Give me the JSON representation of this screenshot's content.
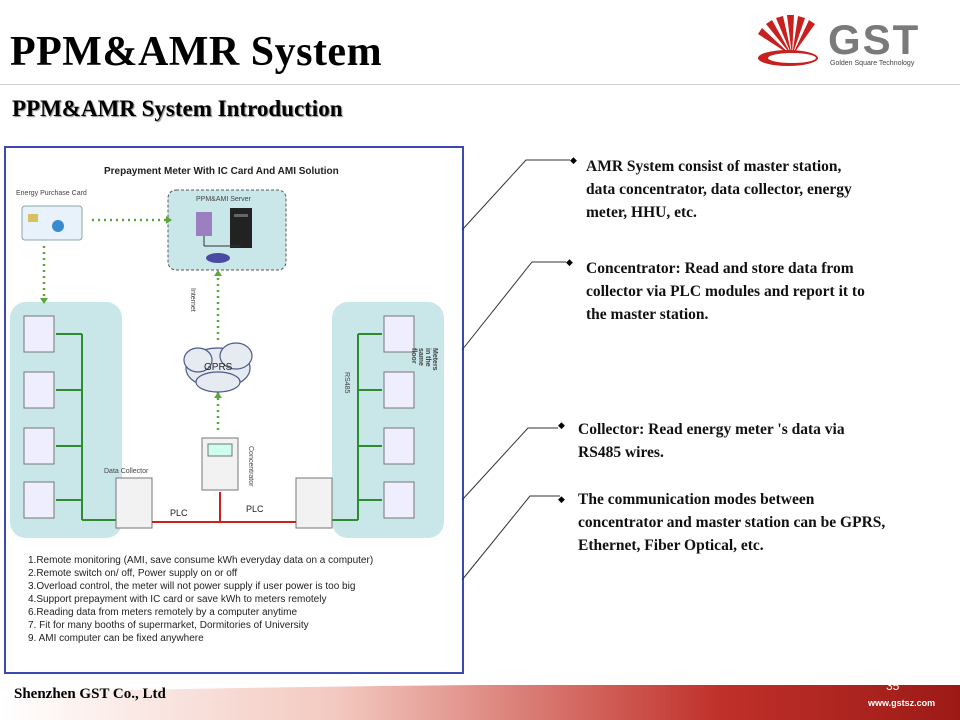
{
  "page": {
    "title": "PPM&AMR System",
    "subtitle": "PPM&AMR System Introduction"
  },
  "logo": {
    "text": "GST",
    "tagline": "Golden Square Technology"
  },
  "diagram": {
    "title": "Prepayment Meter With IC Card And AMI Solution",
    "energy_card_label": "Energy Purchase Card",
    "server_label": "PPM&AMI Server",
    "internet_label": "Internet",
    "gprs_label": "GPRS",
    "concentrator_label": "Concentrator",
    "data_collector_label": "Data Collector",
    "plc_left": "PLC",
    "plc_right": "PLC",
    "rs485_label": "RS485",
    "meters_floor_label": "Meters in the same floor",
    "features": [
      "1.Remote monitoring (AMI, save consume kWh everyday data on a computer)",
      "2.Remote switch on/ off, Power supply on or off",
      "3.Overload control, the meter will not power supply if user power is too big",
      "4.Support prepayment with IC card or save kWh to meters remotely",
      "6.Reading data from meters remotely by a computer anytime",
      "7. Fit for many booths of supermarket, Dormitories of University",
      "9. AMI computer can be fixed anywhere"
    ]
  },
  "bullets": [
    {
      "lines": [
        "AMR System consist of master station,",
        "data concentrator, data collector, energy",
        "meter, HHU, etc."
      ]
    },
    {
      "lines": [
        "Concentrator: Read and store data from",
        "collector via PLC modules and report it to",
        "the master station."
      ]
    },
    {
      "lines": [
        "Collector: Read energy meter 's data via",
        "RS485 wires."
      ]
    },
    {
      "lines": [
        "The communication modes between",
        "concentrator and master station  can be GPRS,",
        "Ethernet, Fiber Optical, etc."
      ]
    }
  ],
  "footer": {
    "company": "Shenzhen GST Co., Ltd",
    "page_number": "35",
    "website": "www.gstsz.com"
  },
  "colors": {
    "diagram_border": "#3a4ab0",
    "panel_fill": "#c9e6e8",
    "link_green": "#5aa83a",
    "plc_red": "#cc1f1f",
    "footer_red": "#b0201c"
  }
}
